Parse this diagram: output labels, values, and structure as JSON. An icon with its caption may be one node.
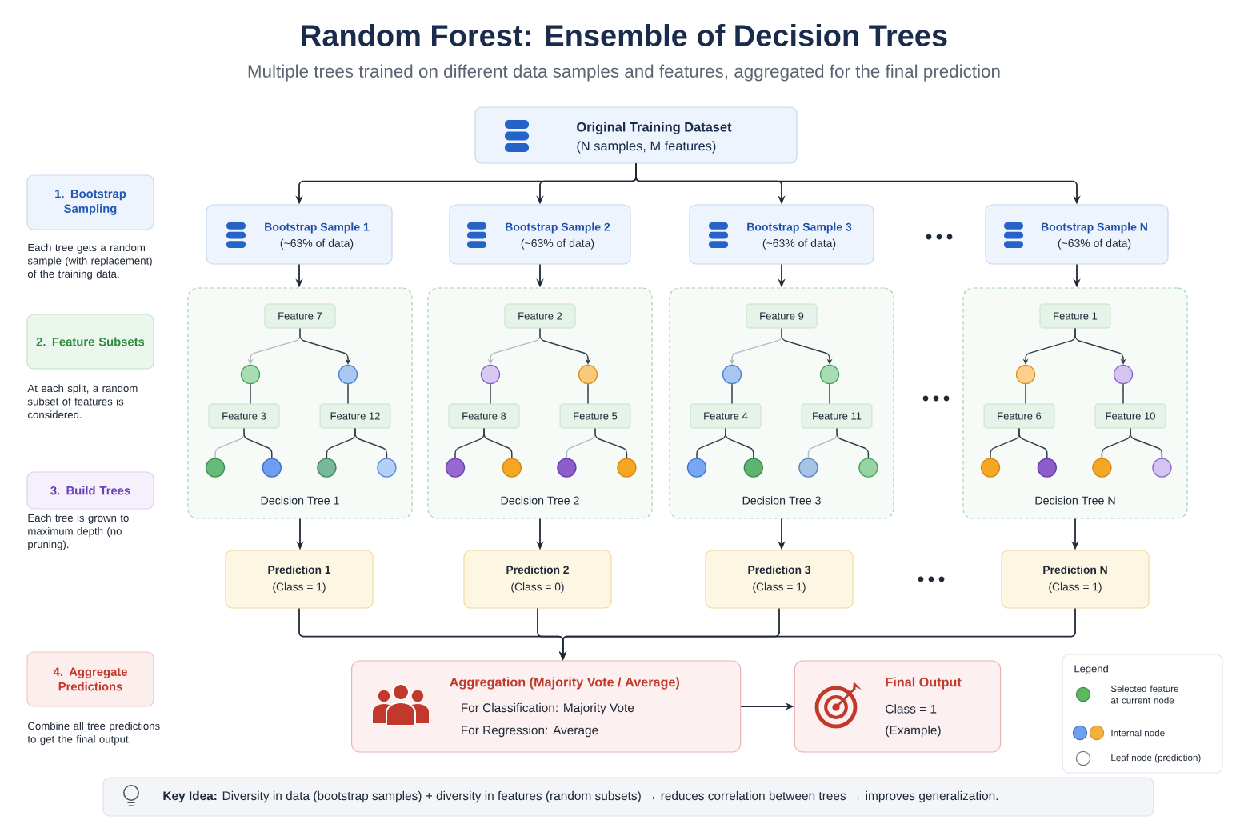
{
  "diagram": {
    "title": "Random Forest: Ensemble of Decision Trees",
    "nodes": [
      {
        "text": [
          "Original Training Dataset",
          "(N samples, M features)"
        ]
      },
      {
        "text": [
          "Bootstrap Sample 1",
          "(~63% of data)"
        ]
      },
      {
        "text": [
          "Bootstrap Sample 2",
          "(~63% of data)"
        ]
      },
      {
        "text": [
          "Bootstrap Sample 3",
          "(~63% of data)"
        ]
      },
      {
        "text": [
          "Bootstrap Sample N",
          "(~63% of data)"
        ]
      },
      {
        "text": [
          "Decision Tree 1"
        ]
      },
      {
        "text": [
          "Feature 7"
        ],
        "in": 5
      },
      {
        "text": [],
        "shape": "circle",
        "in": 5
      },
      {
        "text": [],
        "shape": "circle",
        "in": 5
      },
      {
        "text": [
          "Feature 3"
        ],
        "in": 5
      },
      {
        "text": [
          "Feature 12"
        ],
        "in": 5
      },
      {
        "text": [],
        "shape": "circle",
        "in": 5
      },
      {
        "text": [],
        "shape": "circle",
        "in": 5
      },
      {
        "text": [],
        "shape": "circle",
        "in": 5
      },
      {
        "text": [],
        "shape": "circle",
        "in": 5
      },
      {
        "text": [
          "Decision Tree 2"
        ]
      },
      {
        "text": [
          "Feature 2"
        ],
        "in": 15
      },
      {
        "text": [],
        "shape": "circle",
        "in": 15
      },
      {
        "text": [],
        "shape": "circle",
        "in": 15
      },
      {
        "text": [
          "Feature 8"
        ],
        "in": 15
      },
      {
        "text": [
          "Feature 5"
        ],
        "in": 15
      },
      {
        "text": [],
        "shape": "circle",
        "in": 15
      },
      {
        "text": [],
        "shape": "circle",
        "in": 15
      },
      {
        "text": [],
        "shape": "circle",
        "in": 15
      },
      {
        "text": [],
        "shape": "circle",
        "in": 15
      },
      {
        "text": [
          "Decision Tree 3"
        ]
      },
      {
        "text": [
          "Feature 9"
        ],
        "in": 25
      },
      {
        "text": [],
        "shape": "circle",
        "in": 25
      },
      {
        "text": [],
        "shape": "circle",
        "in": 25
      },
      {
        "text": [
          "Feature 4"
        ],
        "in": 25
      },
      {
        "text": [
          "Feature 11"
        ],
        "in": 25
      },
      {
        "text": [],
        "shape": "circle",
        "in": 25
      },
      {
        "text": [],
        "shape": "circle",
        "in": 25
      },
      {
        "text": [],
        "shape": "circle",
        "in": 25
      },
      {
        "text": [],
        "shape": "circle",
        "in": 25
      },
      {
        "text": [
          "Decision Tree N"
        ]
      },
      {
        "text": [
          "Feature 1"
        ],
        "in": 35
      },
      {
        "text": [],
        "shape": "circle",
        "in": 35
      },
      {
        "text": [],
        "shape": "circle",
        "in": 35
      },
      {
        "text": [
          "Feature 6"
        ],
        "in": 35
      },
      {
        "text": [
          "Feature 10"
        ],
        "in": 35
      },
      {
        "text": [],
        "shape": "circle",
        "in": 35
      },
      {
        "text": [],
        "shape": "circle",
        "in": 35
      },
      {
        "text": [],
        "shape": "circle",
        "in": 35
      },
      {
        "text": [],
        "shape": "circle",
        "in": 35
      },
      {
        "text": [
          "Prediction 1",
          "(Class = 1)"
        ]
      },
      {
        "text": [
          "Prediction 2",
          "(Class = 0)"
        ]
      },
      {
        "text": [
          "Prediction 3",
          "(Class = 1)"
        ]
      },
      {
        "text": [
          "Prediction N",
          "(Class = 1)"
        ]
      },
      {
        "text": [
          "Aggregation (Majority Vote / Average)",
          "For Classification: Majority Vote",
          "For Regression: Average"
        ]
      },
      {
        "text": [
          "Final Output",
          "Class = 1",
          "(Example)"
        ]
      },
      {
        "text": [
          "1. Bootstrap Sampling"
        ],
        "beside": [
          "Each tree gets a random sample (with replacement) of the training data."
        ]
      },
      {
        "text": [
          "2. Feature Subsets"
        ],
        "beside": [
          "At each split, a random subset of features is considered."
        ]
      },
      {
        "text": [
          "3. Build Trees"
        ],
        "beside": [
          "Each tree is grown to maximum depth (no pruning)."
        ]
      },
      {
        "text": [
          "4. Aggregate Predictions"
        ],
        "beside": [
          "Combine all tree predictions to get the final output."
        ]
      },
      {
        "text": [
          "**Key Idea:** Diversity in data (bootstrap samples) + diversity in features (random subsets) → reduces correlation between trees → improves generalization."
        ]
      }
    ],
    "edges": [
      {
        "from": 0,
        "to": 1,
        "arrow": "to"
      },
      {
        "from": 0,
        "to": 2,
        "arrow": "to"
      },
      {
        "from": 0,
        "to": 3,
        "arrow": "to"
      },
      {
        "from": 0,
        "to": 4,
        "arrow": "to"
      },
      {
        "from": 1,
        "to": 5,
        "arrow": "to"
      },
      {
        "from": 2,
        "to": 15,
        "arrow": "to"
      },
      {
        "from": 3,
        "to": 25,
        "arrow": "to"
      },
      {
        "from": 4,
        "to": 35,
        "arrow": "to"
      },
      {
        "from": 6,
        "to": 7,
        "arrow": "to",
        "color": "#b3bac3"
      },
      {
        "from": 6,
        "to": 8,
        "arrow": "to"
      },
      {
        "from": 7,
        "to": 9,
        "arrow": "none"
      },
      {
        "from": 8,
        "to": 10,
        "arrow": "none"
      },
      {
        "from": 9,
        "to": 11,
        "arrow": "none",
        "color": "#b3bac3"
      },
      {
        "from": 9,
        "to": 12,
        "arrow": "none"
      },
      {
        "from": 10,
        "to": 13,
        "arrow": "none"
      },
      {
        "from": 10,
        "to": 14,
        "arrow": "none"
      },
      {
        "from": 16,
        "to": 17,
        "arrow": "to",
        "color": "#b3bac3"
      },
      {
        "from": 16,
        "to": 18,
        "arrow": "to"
      },
      {
        "from": 17,
        "to": 19,
        "arrow": "none"
      },
      {
        "from": 18,
        "to": 20,
        "arrow": "none"
      },
      {
        "from": 19,
        "to": 21,
        "arrow": "none"
      },
      {
        "from": 19,
        "to": 22,
        "arrow": "none"
      },
      {
        "from": 20,
        "to": 23,
        "arrow": "none",
        "color": "#b3bac3"
      },
      {
        "from": 20,
        "to": 24,
        "arrow": "none"
      },
      {
        "from": 26,
        "to": 27,
        "arrow": "to",
        "color": "#b3bac3"
      },
      {
        "from": 26,
        "to": 28,
        "arrow": "to"
      },
      {
        "from": 27,
        "to": 29,
        "arrow": "none"
      },
      {
        "from": 28,
        "to": 30,
        "arrow": "none"
      },
      {
        "from": 29,
        "to": 31,
        "arrow": "none"
      },
      {
        "from": 29,
        "to": 32,
        "arrow": "none"
      },
      {
        "from": 30,
        "to": 33,
        "arrow": "none",
        "color": "#b3bac3"
      },
      {
        "from": 30,
        "to": 34,
        "arrow": "none"
      },
      {
        "from": 36,
        "to": 37,
        "arrow": "to"
      },
      {
        "from": 36,
        "to": 38,
        "arrow": "to"
      },
      {
        "from": 37,
        "to": 39,
        "arrow": "none"
      },
      {
        "from": 38,
        "to": 40,
        "arrow": "none"
      },
      {
        "from": 39,
        "to": 41,
        "arrow": "none"
      },
      {
        "from": 39,
        "to": 42,
        "arrow": "none"
      },
      {
        "from": 40,
        "to": 43,
        "arrow": "none"
      },
      {
        "from": 40,
        "to": 44,
        "arrow": "none"
      },
      {
        "from": 5,
        "to": 45,
        "arrow": "to"
      },
      {
        "from": 15,
        "to": 46,
        "arrow": "to"
      },
      {
        "from": 25,
        "to": 47,
        "arrow": "to"
      },
      {
        "from": 35,
        "to": 48,
        "arrow": "to"
      },
      {
        "from": 45,
        "to": 49,
        "arrow": "to"
      },
      {
        "from": 46,
        "to": 49,
        "arrow": "to"
      },
      {
        "from": 47,
        "to": 49,
        "arrow": "to"
      },
      {
        "from": 48,
        "to": 49,
        "arrow": "to"
      },
      {
        "from": 49,
        "to": 50,
        "arrow": "to"
      }
    ],
    "labels": [
      "Multiple trees trained on different data samples and features, aggregated for the final prediction",
      "Legend"
    ],
    "legend": [
      {
        "text": "Selected feature at current node",
        "color": "#5cb85c"
      },
      {
        "text": "Internal node"
      },
      {
        "text": "Leaf node (prediction)"
      }
    ]
  }
}
